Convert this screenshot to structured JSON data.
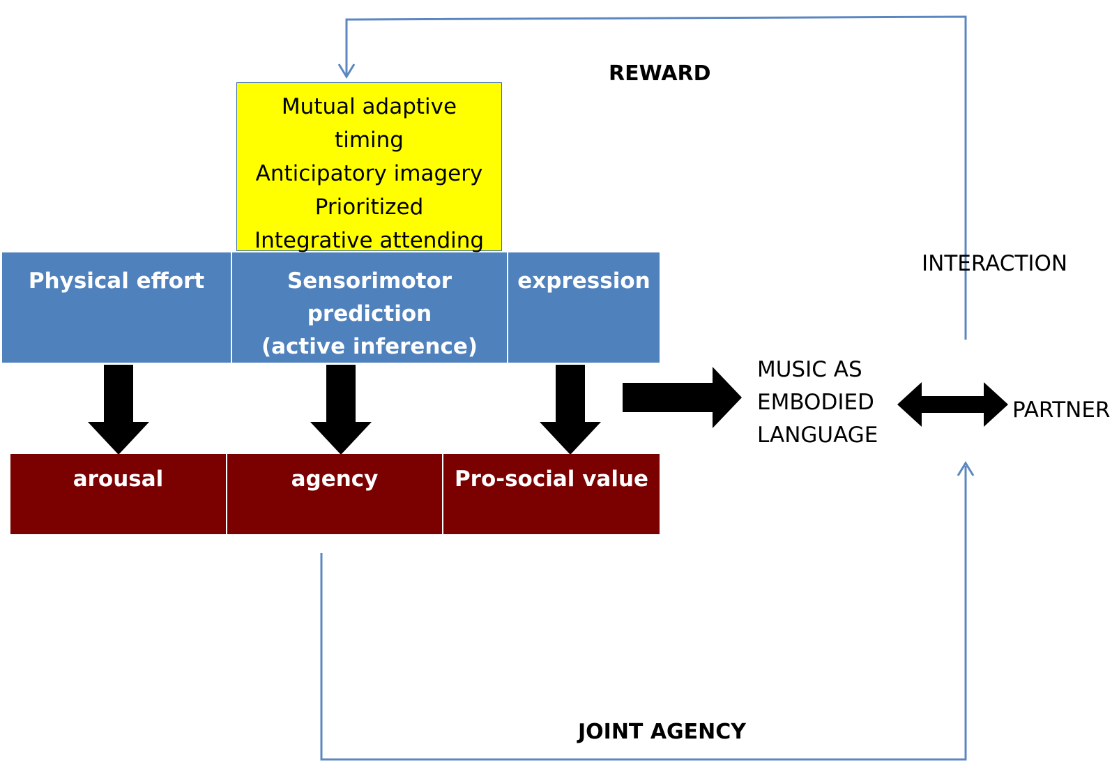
{
  "top_box": {
    "lines": [
      "Mutual adaptive",
      "timing",
      "Anticipatory imagery",
      "Prioritized",
      "Integrative attending"
    ],
    "color": "#ffff00"
  },
  "blue_row": {
    "color": "#4f81bd",
    "cells": [
      {
        "lines": [
          "Physical effort"
        ]
      },
      {
        "lines": [
          "Sensorimotor",
          "prediction",
          "(active inference)"
        ]
      },
      {
        "lines": [
          "expression"
        ]
      }
    ]
  },
  "red_row": {
    "color": "#7b0000",
    "cells": [
      {
        "label": "arousal"
      },
      {
        "label": "agency"
      },
      {
        "label": "Pro-social value"
      }
    ]
  },
  "labels": {
    "reward": "REWARD",
    "interaction": "INTERACTION",
    "joint_agency": "JOINT AGENCY",
    "music": [
      "MUSIC AS",
      "EMBODIED",
      "LANGUAGE"
    ],
    "partner": "PARTNER"
  },
  "line_color": "#5b87c0"
}
